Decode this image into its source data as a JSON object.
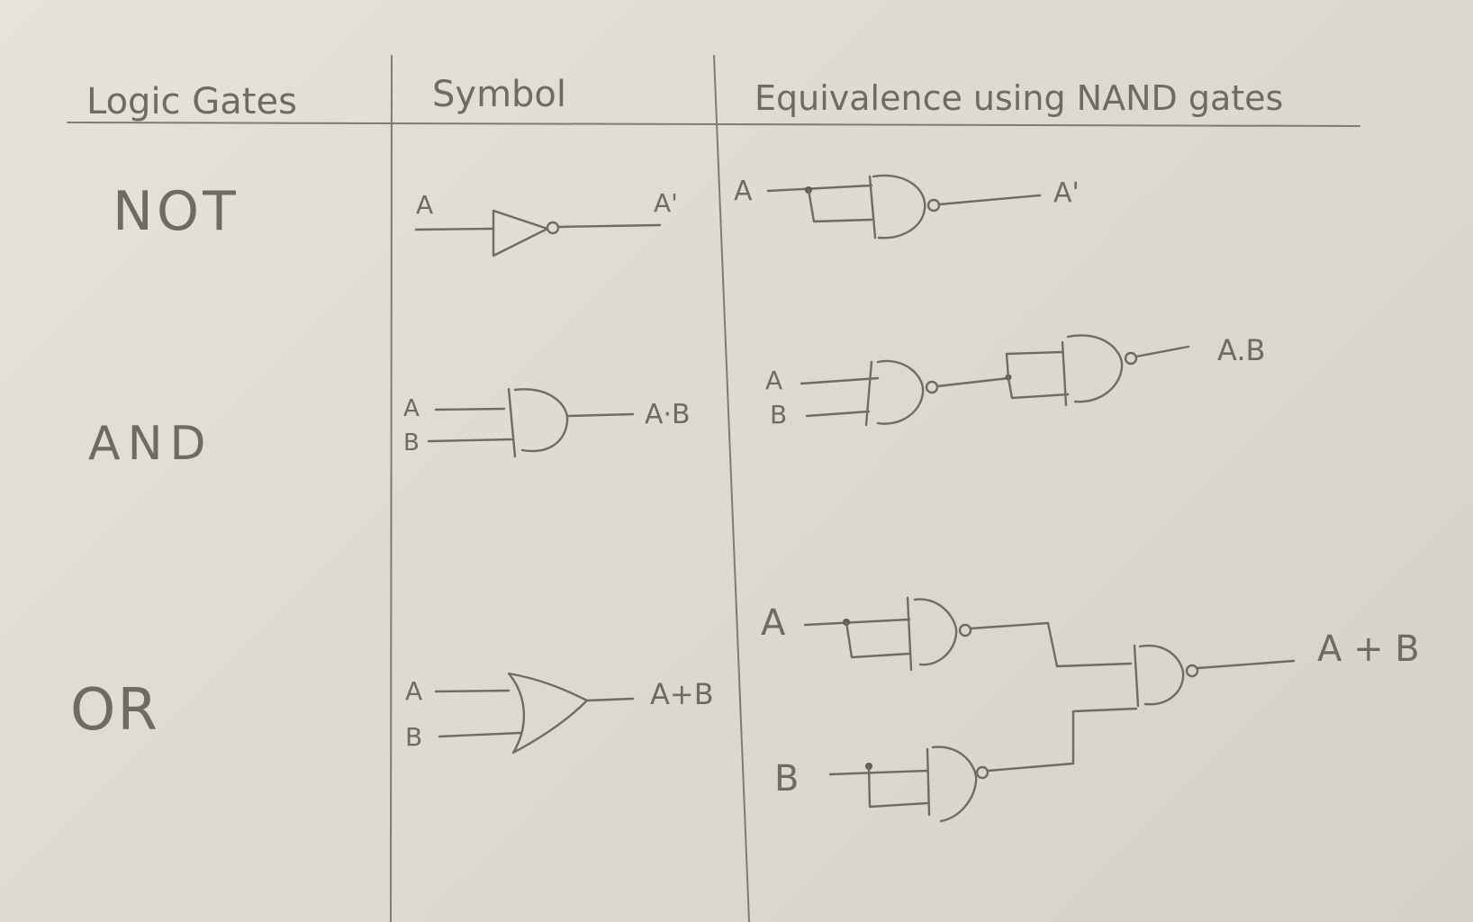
{
  "table": {
    "headers": [
      "Logic Gates",
      "Symbol",
      "Equivalence using NAND gates"
    ],
    "rows": [
      {
        "gate": "NOT",
        "symbol": {
          "inputs": [
            "A"
          ],
          "output": "A'"
        },
        "nand_equivalence": {
          "inputs": [
            "A"
          ],
          "output": "A'",
          "nand_gate_count": 1
        }
      },
      {
        "gate": "AND",
        "symbol": {
          "inputs": [
            "A",
            "B"
          ],
          "output": "A·B"
        },
        "nand_equivalence": {
          "inputs": [
            "A",
            "B"
          ],
          "output": "A.B",
          "nand_gate_count": 2
        }
      },
      {
        "gate": "OR",
        "symbol": {
          "inputs": [
            "A",
            "B"
          ],
          "output": "A+B"
        },
        "nand_equivalence": {
          "inputs": [
            "A",
            "B"
          ],
          "output": "A + B",
          "nand_gate_count": 3
        }
      }
    ]
  },
  "style": {
    "paper_color": "#e2dfd6",
    "pencil_color": "#6e6c67"
  }
}
